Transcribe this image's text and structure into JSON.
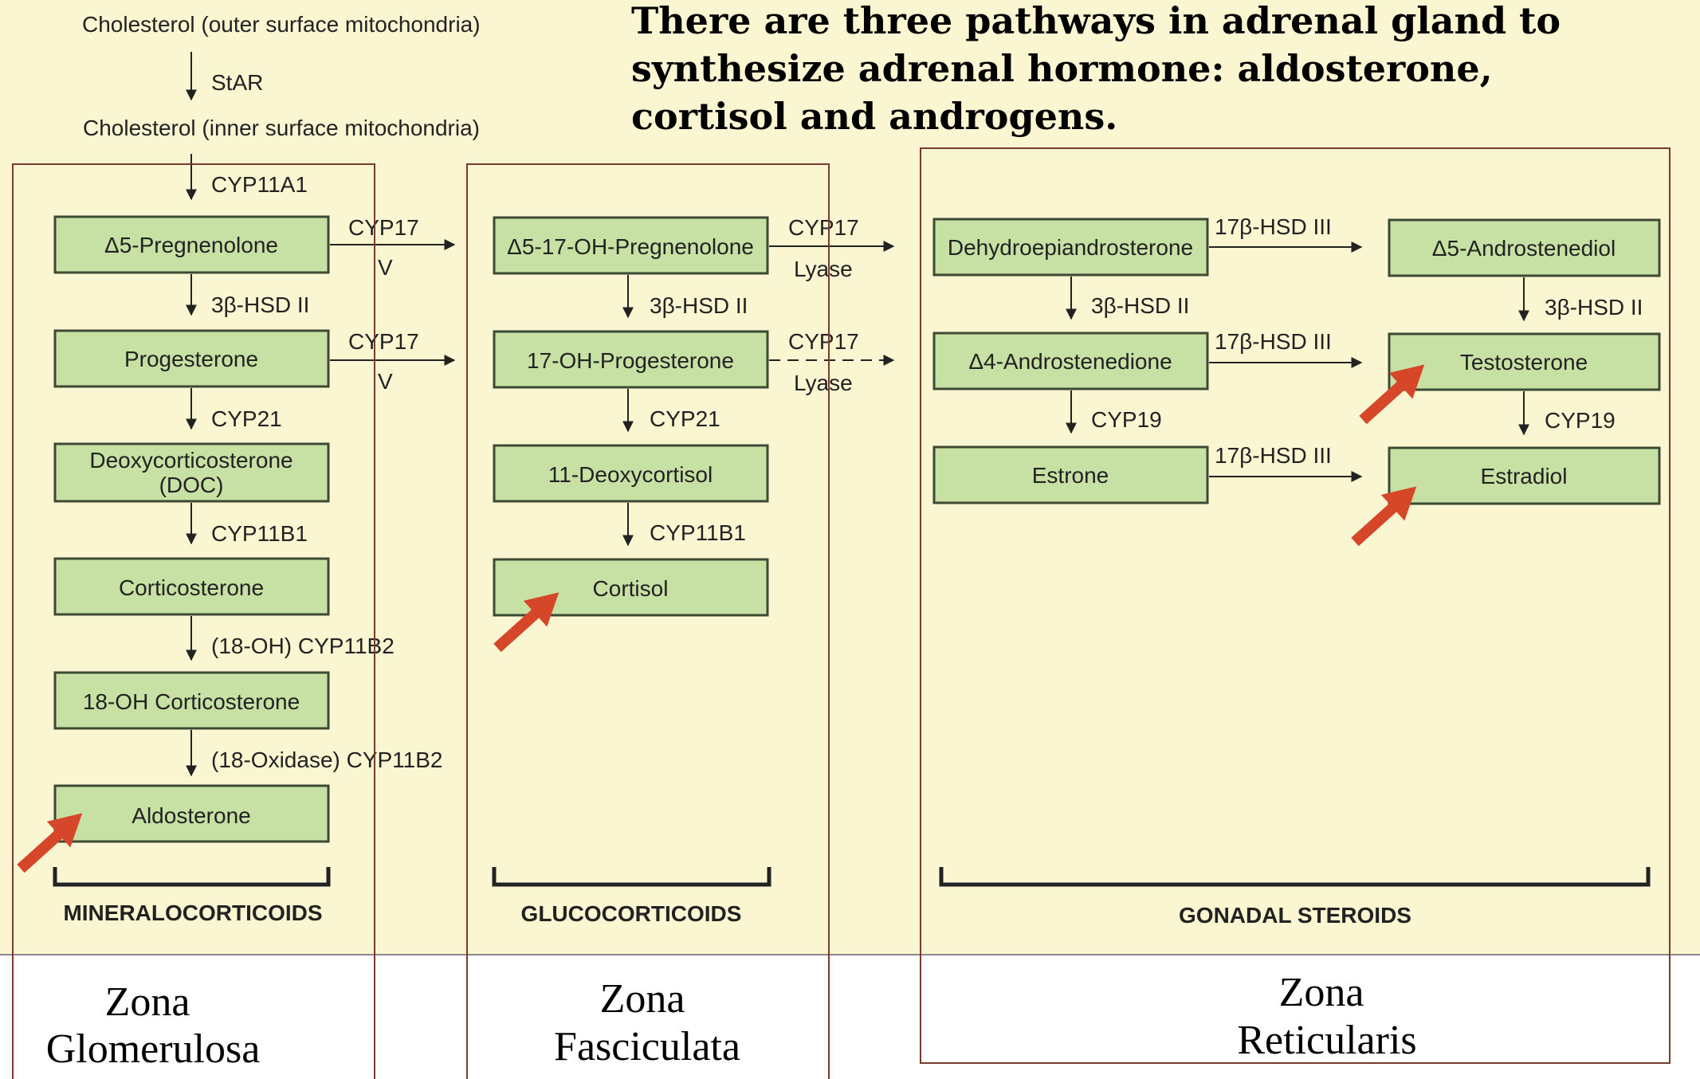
{
  "colors": {
    "background": "#fbf6d2",
    "box_fill": "#c7e0a3",
    "box_stroke": "#3c4a34",
    "zone_border": "#7a3a2c",
    "arrow": "#d6472a"
  },
  "header": {
    "line1": "There are three pathways in adrenal gland to",
    "line2": "synthesize adrenal hormone: aldosterone,",
    "line3": "cortisol and androgens."
  },
  "top": {
    "chol_outer": "Cholesterol (outer surface mitochondria)",
    "star": "StAR",
    "chol_inner": "Cholesterol (inner surface mitochondria)",
    "cyp11a1": "CYP11A1"
  },
  "boxes": {
    "pregnenolone": "Δ5-Pregnenolone",
    "progesterone": "Progesterone",
    "doc_line1": "Deoxycorticosterone",
    "doc_line2": "(DOC)",
    "corticosterone": "Corticosterone",
    "oh18_corticosterone": "18-OH Corticosterone",
    "aldosterone": "Aldosterone",
    "oh17_pregnenolone": "Δ5-17-OH-Pregnenolone",
    "oh17_progesterone": "17-OH-Progesterone",
    "deoxycortisol": "11-Deoxycortisol",
    "cortisol": "Cortisol",
    "dhea": "Dehydroepiandrosterone",
    "androstenedione": "Δ4-Androstenedione",
    "estrone": "Estrone",
    "androstenediol": "Δ5-Androstenediol",
    "testosterone": "Testosterone",
    "estradiol": "Estradiol"
  },
  "enzymes": {
    "hsd3b": "3β-HSD II",
    "cyp21": "CYP21",
    "cyp11b1": "CYP11B1",
    "cyp11b2_18oh": "(18-OH) CYP11B2",
    "cyp11b2_oxidase": "(18-Oxidase) CYP11B2",
    "cyp17": "CYP17",
    "v": "V",
    "lyase": "Lyase",
    "hsd17b": "17β-HSD III",
    "cyp19": "CYP19"
  },
  "categories": {
    "mineralo": "MINERALOCORTICOIDS",
    "gluco": "GLUCOCORTICOIDS",
    "gonadal": "GONADAL STEROIDS"
  },
  "zones": {
    "glom_1": "Zona",
    "glom_2": "Glomerulosa",
    "fasc_1": "Zona",
    "fasc_2": "Fasciculata",
    "ret_1": "Zona",
    "ret_2": "Reticularis"
  }
}
